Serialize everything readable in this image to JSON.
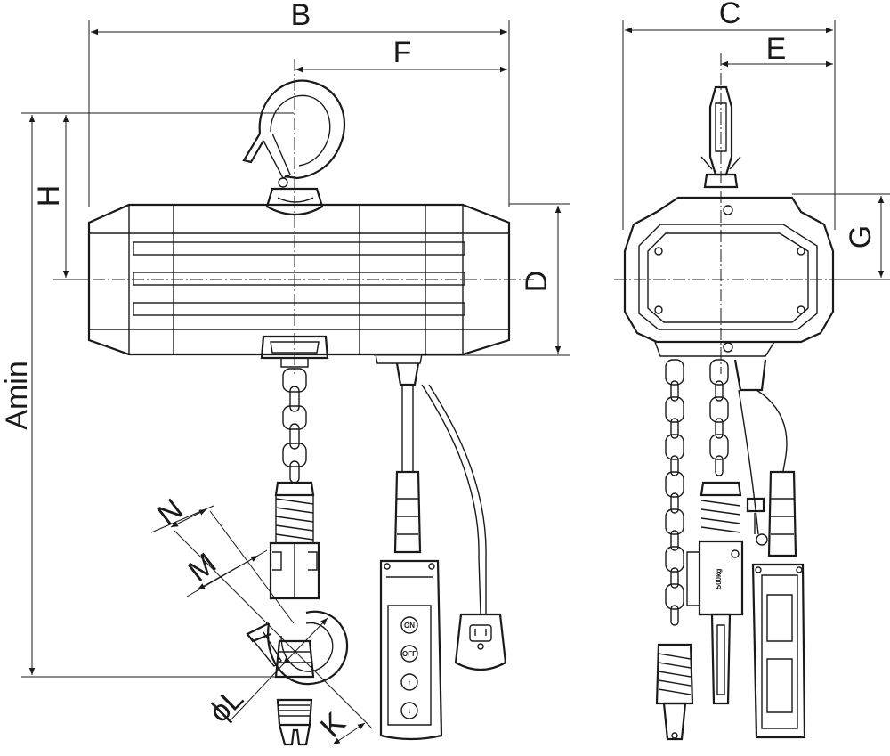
{
  "dimension_labels": {
    "B": "B",
    "F": "F",
    "H": "H",
    "D": "D",
    "A": "Amin",
    "C": "C",
    "E": "E",
    "G": "G",
    "N": "N",
    "M": "M",
    "L": "ϕL",
    "K": "K"
  },
  "pendant_buttons": {
    "on": "ON",
    "off": "OFF",
    "up": "↑",
    "down": "↓"
  },
  "side_label": "500kg",
  "colors": {
    "line": "#1a1a1a",
    "background": "#ffffff"
  }
}
